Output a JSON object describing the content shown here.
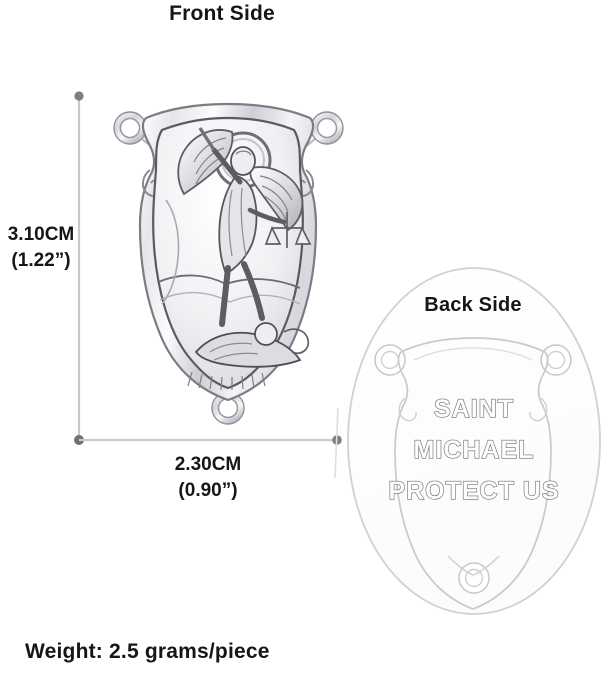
{
  "background_color": "#ffffff",
  "front": {
    "title": "Front Side",
    "medal_name": "saint-michael-shield-medal-front",
    "description": "Silver shield medal depicting Saint Michael the Archangel slaying the dragon, with three connector ring loops"
  },
  "back": {
    "title": "Back Side",
    "engraving_lines": [
      "SAINT",
      "MICHAEL",
      "PROTECT US"
    ],
    "medal_name": "saint-michael-shield-medal-back"
  },
  "dimensions": {
    "height": {
      "cm": "3.10CM",
      "inch": "(1.22”)"
    },
    "width": {
      "cm": "2.30CM",
      "inch": "(0.90”)"
    }
  },
  "weight": {
    "label": "Weight: 2.5 grams/piece"
  },
  "colors": {
    "text": "#161616",
    "metal_light": "#fbfbfb",
    "metal_mid": "#c9c9cd",
    "metal_dark": "#4a4a50",
    "outline_faint": "#cfcfd4",
    "dimension_line": "#c4c4c8"
  }
}
